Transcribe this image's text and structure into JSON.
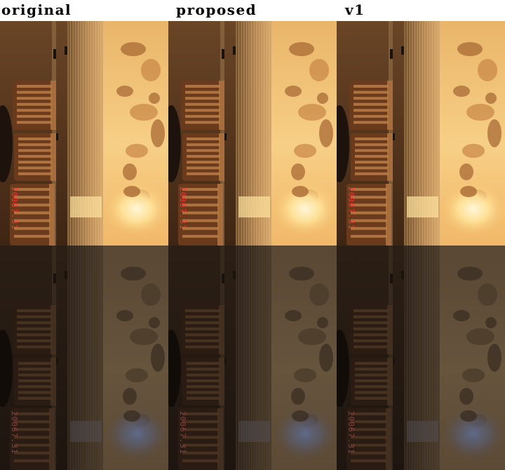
{
  "columns": [
    {
      "label": "original"
    },
    {
      "label": "proposed"
    },
    {
      "label": "v1"
    }
  ],
  "photo": {
    "date_stamp_year": "2006",
    "date_stamp_day": "7.31"
  },
  "palette": {
    "top_row_sky": "#f4c070",
    "top_row_sun": "#fff2c8",
    "top_row_shore": "#5a3a1e",
    "bottom_row_sky": "#5f4d38",
    "bottom_row_shore": "#2a1e14",
    "stamp_bright": "#ff3030",
    "stamp_dim": "#8a4040"
  }
}
